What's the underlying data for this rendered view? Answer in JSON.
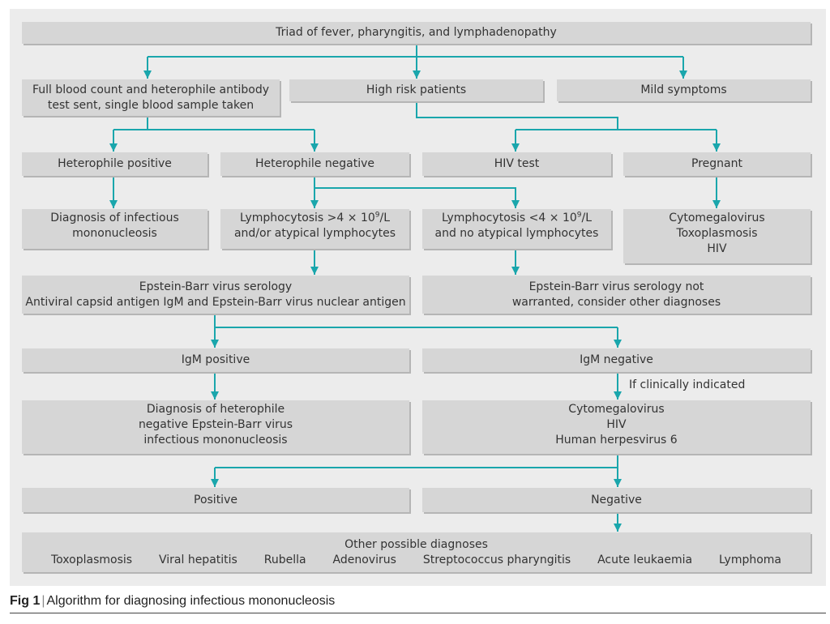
{
  "colors": {
    "connector": "#1aa6ac",
    "box": "#d6d6d6",
    "panel": "#ececec",
    "text": "#333333"
  },
  "nodes": {
    "triad": "Triad of fever, pharyngitis, and lymphadenopathy",
    "fbc": [
      "Full blood count and heterophile antibody",
      "test sent, single blood sample taken"
    ],
    "high_risk": "High risk patients",
    "mild": "Mild symptoms",
    "het_pos": "Heterophile positive",
    "het_neg": "Heterophile negative",
    "hiv_test": "HIV test",
    "pregnant": "Pregnant",
    "diag_im": [
      "Diagnosis of infectious",
      "mononucleosis"
    ],
    "lympho_high": {
      "pre": "Lymphocytosis >4 × 10",
      "exp": "9",
      "post": "/L",
      "line2": "and/or atypical lymphocytes"
    },
    "lympho_low": {
      "pre": "Lymphocytosis <4 × 10",
      "exp": "9",
      "post": "/L",
      "line2": "and no atypical lymphocytes"
    },
    "preg_list": [
      "Cytomegalovirus",
      "Toxoplasmosis",
      "HIV"
    ],
    "ebv_serology": [
      "Epstein-Barr virus serology",
      "Antiviral capsid antigen IgM and Epstein-Barr virus nuclear antigen"
    ],
    "ebv_not": [
      "Epstein-Barr virus serology not",
      "warranted, consider other diagnoses"
    ],
    "igm_pos": "IgM positive",
    "igm_neg": "IgM negative",
    "if_clinical": "If clinically indicated",
    "diag_hetneg": [
      "Diagnosis of heterophile",
      "negative Epstein-Barr virus",
      "infectious mononucleosis"
    ],
    "cmv_list": [
      "Cytomegalovirus",
      "HIV",
      "Human herpesvirus 6"
    ],
    "positive": "Positive",
    "negative": "Negative",
    "other_title": "Other possible diagnoses",
    "other_items": [
      "Toxoplasmosis",
      "Viral hepatitis",
      "Rubella",
      "Adenovirus",
      "Streptococcus pharyngitis",
      "Acute leukaemia",
      "Lymphoma"
    ]
  },
  "caption": {
    "fig": "Fig 1",
    "sep": "|",
    "text": "Algorithm for diagnosing infectious mononucleosis"
  }
}
